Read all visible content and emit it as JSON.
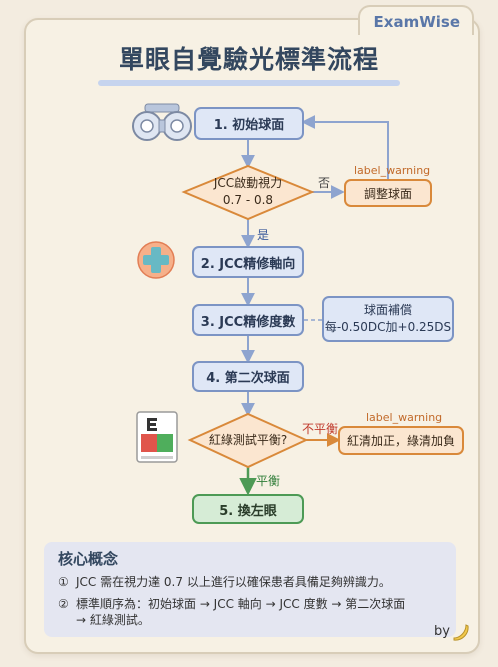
{
  "brand": "ExamWise",
  "title": "單眼自覺驗光標準流程",
  "nodes": {
    "step1": "1. 初始球面",
    "decision1": [
      "JCC啟動視力",
      "0.7 - 0.8"
    ],
    "adjust": "調整球面",
    "step2": "2. JCC精修軸向",
    "step3": "3. JCC精修度數",
    "note": [
      "球面補償",
      "每-0.50DC加+0.25DS"
    ],
    "step4": "4. 第二次球面",
    "decision2": "紅綠測試平衡?",
    "redgreen": "紅清加正，綠清加負",
    "step5": "5. 換左眼"
  },
  "edges": {
    "no": "否",
    "yes": "是",
    "unbalanced": "不平衡",
    "balanced": "平衡"
  },
  "tags": {
    "warning1": "label_warning",
    "warning2": "label_warning"
  },
  "concept": {
    "title": "核心概念",
    "points": [
      {
        "num": "①",
        "text": "JCC 需在視力達 0.7 以上進行以確保患者具備足夠辨識力。"
      },
      {
        "num": "②",
        "text": "標準順序為：初始球面 → JCC 軸向 → JCC 度數 → 第二次球面"
      },
      {
        "num": "",
        "text": "→ 紅綠測試。"
      }
    ]
  },
  "footer": "by",
  "colors": {
    "blue_box": "#dfe7f6",
    "orange": "#d9893a",
    "green": "#4d9a55",
    "arrow": "#8ea4cf"
  },
  "icons": [
    "phoropter-icon",
    "cross-icon",
    "red-green-chart-icon",
    "banana-icon"
  ]
}
